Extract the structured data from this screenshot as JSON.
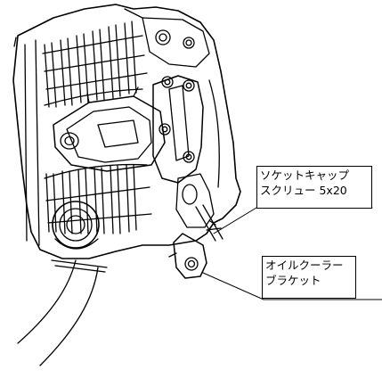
{
  "labels": {
    "socket_cap_screw": {
      "line1": "ソケットキャップ",
      "line2": "スクリュー 5x20"
    },
    "oil_cooler_bracket": {
      "line1": "オイルクーラー",
      "line2": "ブラケット"
    }
  },
  "diagram": {
    "style": "technical line drawing",
    "line_color": "#000000",
    "background": "#ffffff"
  }
}
